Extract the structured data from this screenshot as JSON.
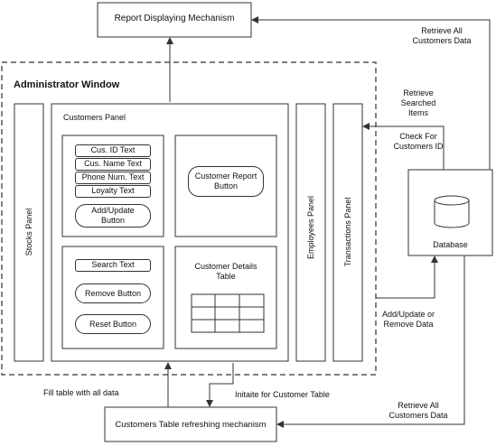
{
  "boxes": {
    "report_mechanism": "Report Displaying Mechanism",
    "admin_window": "Administrator Window",
    "customers_panel": "Customers Panel",
    "stocks_panel": "Stocks Panel",
    "employees_panel": "Employees Panel",
    "transactions_panel": "Transactions Panel",
    "database": "Database",
    "refresh_mechanism": "Customers Table refreshing mechanism"
  },
  "fields": {
    "cus_id": "Cus. ID Text",
    "cus_name": "Cus. Name Text",
    "phone": "Phone Num. Text",
    "loyalty": "Loyalty Text",
    "add_update": "Add/Update Button",
    "report_button": "Customer Report Button",
    "search_text": "Search Text",
    "remove_button": "Remove Button",
    "reset_button": "Reset Button",
    "details_table": "Customer Details Table"
  },
  "arrows": {
    "retrieve_all_top": "Retrieve All Customers Data",
    "retrieve_searched": "Retrieve Searched Items",
    "check_id": "Check For Customers ID",
    "add_update_remove": "Add/Update or Remove Data",
    "retrieve_all_bottom": "Retrieve All Customers Data",
    "fill_table": "Fill table with all data",
    "initiate": "Initaite for Customer Table"
  }
}
